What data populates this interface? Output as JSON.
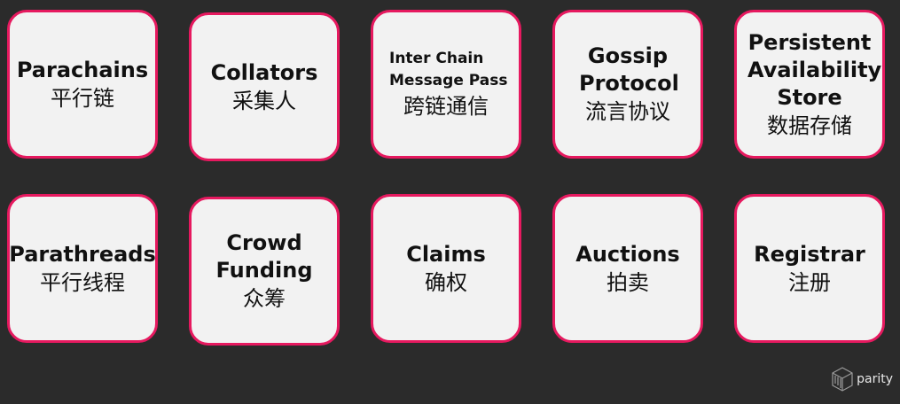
{
  "cards": [
    {
      "en": "Parachains",
      "zh": "平行链"
    },
    {
      "en": "Collators",
      "zh": "采集人"
    },
    {
      "en": "Inter Chain Message Pass",
      "zh": "跨链通信"
    },
    {
      "en": "Gossip Protocol",
      "zh": "流言协议"
    },
    {
      "en": "Persistent Availability Store",
      "zh": "数据存储"
    },
    {
      "en": "Parathreads",
      "zh": "平行线程"
    },
    {
      "en": "Crowd Funding",
      "zh": "众筹"
    },
    {
      "en": "Claims",
      "zh": "确权"
    },
    {
      "en": "Auctions",
      "zh": "拍卖"
    },
    {
      "en": "Registrar",
      "zh": "注册"
    }
  ],
  "logo": {
    "text": "parity"
  },
  "colors": {
    "background": "#2b2b2b",
    "card": "#f2f2f2",
    "border": "#e6195f"
  }
}
